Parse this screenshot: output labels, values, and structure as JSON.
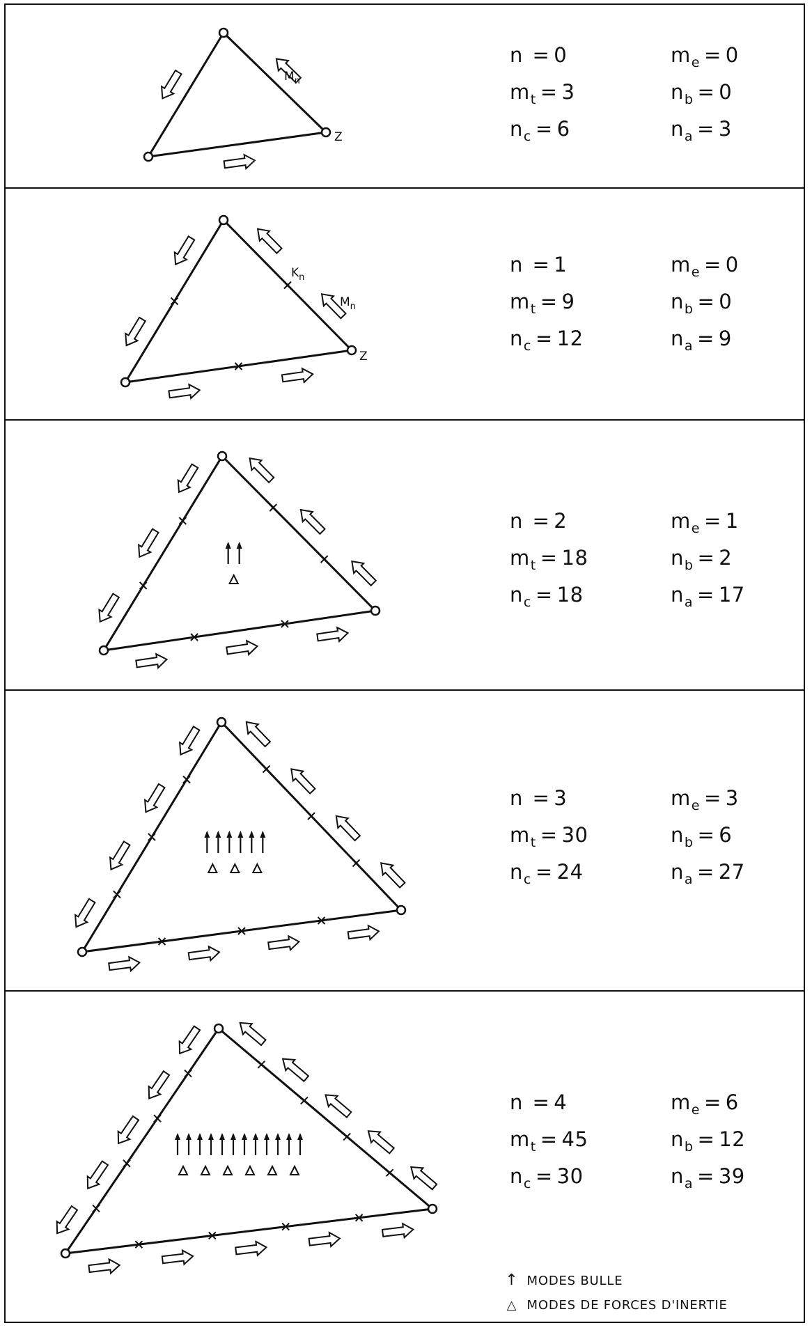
{
  "panels": [
    {
      "labels": [
        "Mn",
        "Z"
      ],
      "params": [
        {
          "sym": "n",
          "sub": "",
          "value": "0"
        },
        {
          "sym": "m",
          "sub": "e",
          "value": "0"
        },
        {
          "sym": "m",
          "sub": "t",
          "value": "3"
        },
        {
          "sym": "n",
          "sub": "b",
          "value": "0"
        },
        {
          "sym": "n",
          "sub": "c",
          "value": "6"
        },
        {
          "sym": "n",
          "sub": "a",
          "value": "3"
        }
      ]
    },
    {
      "labels": [
        "Kn",
        "Mn",
        "Z"
      ],
      "params": [
        {
          "sym": "n",
          "sub": "",
          "value": "1"
        },
        {
          "sym": "m",
          "sub": "e",
          "value": "0"
        },
        {
          "sym": "m",
          "sub": "t",
          "value": "9"
        },
        {
          "sym": "n",
          "sub": "b",
          "value": "0"
        },
        {
          "sym": "n",
          "sub": "c",
          "value": "12"
        },
        {
          "sym": "n",
          "sub": "a",
          "value": "9"
        }
      ]
    },
    {
      "labels": [],
      "interior": {
        "bubble_modes": 2,
        "inertia_modes": 1
      },
      "params": [
        {
          "sym": "n",
          "sub": "",
          "value": "2"
        },
        {
          "sym": "m",
          "sub": "e",
          "value": "1"
        },
        {
          "sym": "m",
          "sub": "t",
          "value": "18"
        },
        {
          "sym": "n",
          "sub": "b",
          "value": "2"
        },
        {
          "sym": "n",
          "sub": "c",
          "value": "18"
        },
        {
          "sym": "n",
          "sub": "a",
          "value": "17"
        }
      ]
    },
    {
      "labels": [],
      "interior": {
        "bubble_modes": 6,
        "inertia_modes": 3
      },
      "params": [
        {
          "sym": "n",
          "sub": "",
          "value": "3"
        },
        {
          "sym": "m",
          "sub": "e",
          "value": "3"
        },
        {
          "sym": "m",
          "sub": "t",
          "value": "30"
        },
        {
          "sym": "n",
          "sub": "b",
          "value": "6"
        },
        {
          "sym": "n",
          "sub": "c",
          "value": "24"
        },
        {
          "sym": "n",
          "sub": "a",
          "value": "27"
        }
      ]
    },
    {
      "labels": [],
      "interior": {
        "bubble_modes": 12,
        "inertia_modes": 6
      },
      "params": [
        {
          "sym": "n",
          "sub": "",
          "value": "4"
        },
        {
          "sym": "m",
          "sub": "e",
          "value": "6"
        },
        {
          "sym": "m",
          "sub": "t",
          "value": "45"
        },
        {
          "sym": "n",
          "sub": "b",
          "value": "12"
        },
        {
          "sym": "n",
          "sub": "c",
          "value": "30"
        },
        {
          "sym": "n",
          "sub": "a",
          "value": "39"
        }
      ]
    }
  ],
  "legend": {
    "bubble_glyph": "↑",
    "bubble_label": "MODES BULLE",
    "inertia_glyph": "△",
    "inertia_label": "MODES DE FORCES D'INERTIE"
  }
}
